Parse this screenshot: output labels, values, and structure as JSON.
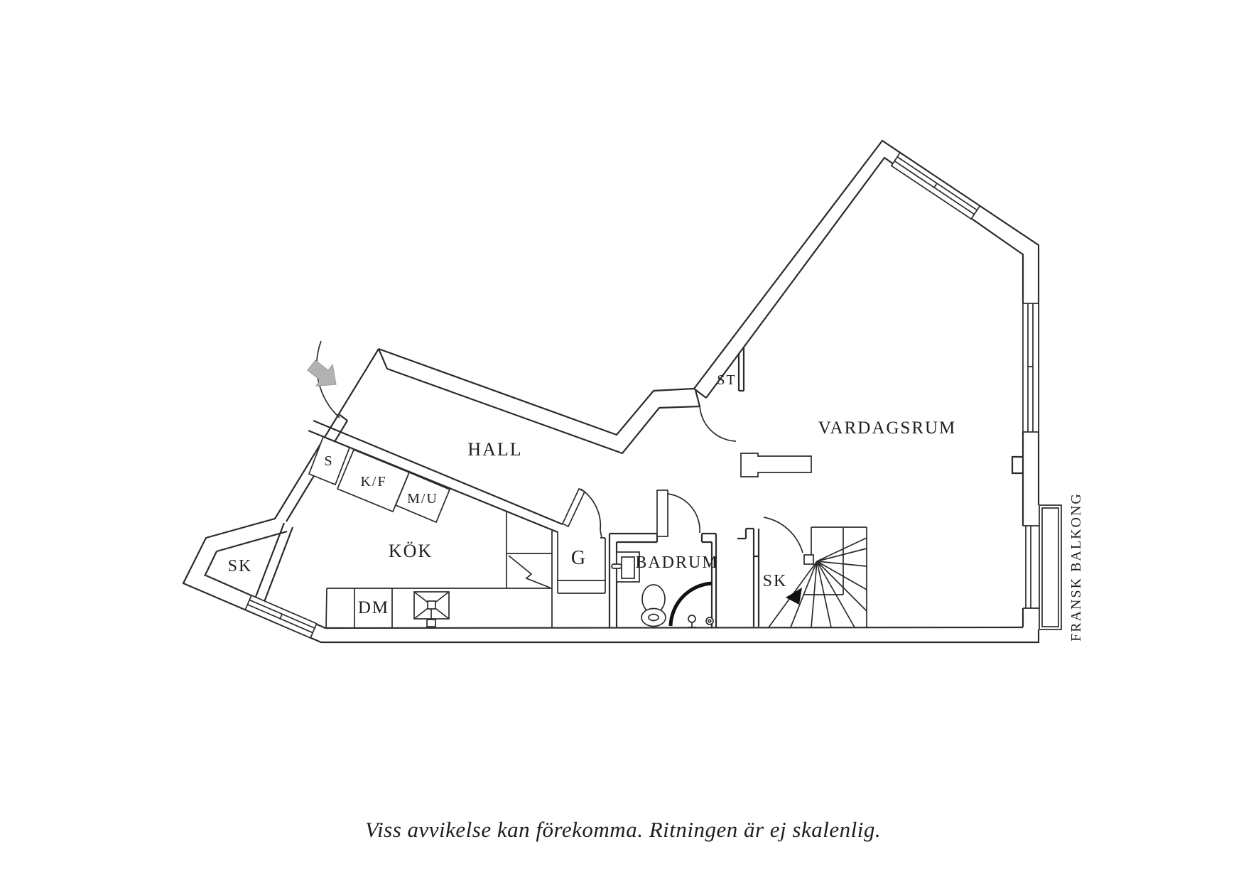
{
  "plan": {
    "rooms": {
      "hall": "HALL",
      "kitchen": "KÖK",
      "living": "VARDAGSRUM",
      "bathroom": "BADRUM",
      "storage": "ST",
      "wardrobe": "G",
      "closet_hall": "SK",
      "closet_stairs": "SK"
    },
    "fixtures": {
      "cleaning_cabinet": "S",
      "fridge_freezer": "K/F",
      "micro_oven": "M/U",
      "dishwasher": "DM"
    },
    "balcony_label": "FRANSK BALKONG"
  },
  "caption": "Viss avvikelse kan förekomma. Ritningen är ej skalenlig.",
  "colors": {
    "line": "#2b2b2b",
    "arrow_fill": "#b2b2b2",
    "background": "#ffffff"
  }
}
